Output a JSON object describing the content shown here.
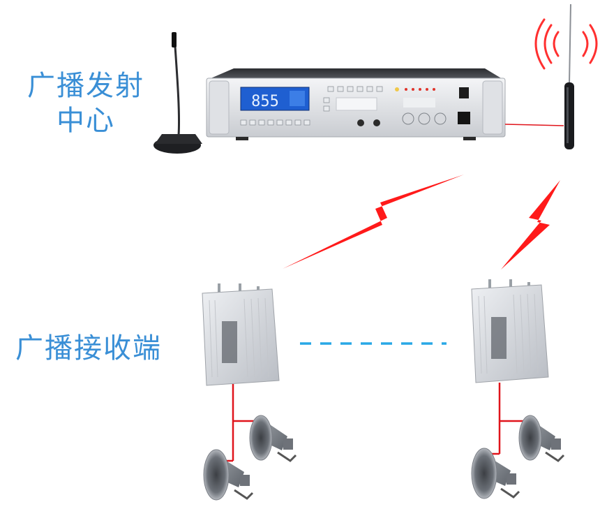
{
  "labels": {
    "broadcast_center_line1": "广播发射",
    "broadcast_center_line2": "中心",
    "receiver_end": "广播接收端"
  },
  "device": {
    "display_value": "855"
  },
  "colors": {
    "label_blue": "#3a8fd6",
    "signal_red": "#ff1a1a",
    "wire_red": "#e0141b",
    "dash_blue": "#29a8e6"
  }
}
